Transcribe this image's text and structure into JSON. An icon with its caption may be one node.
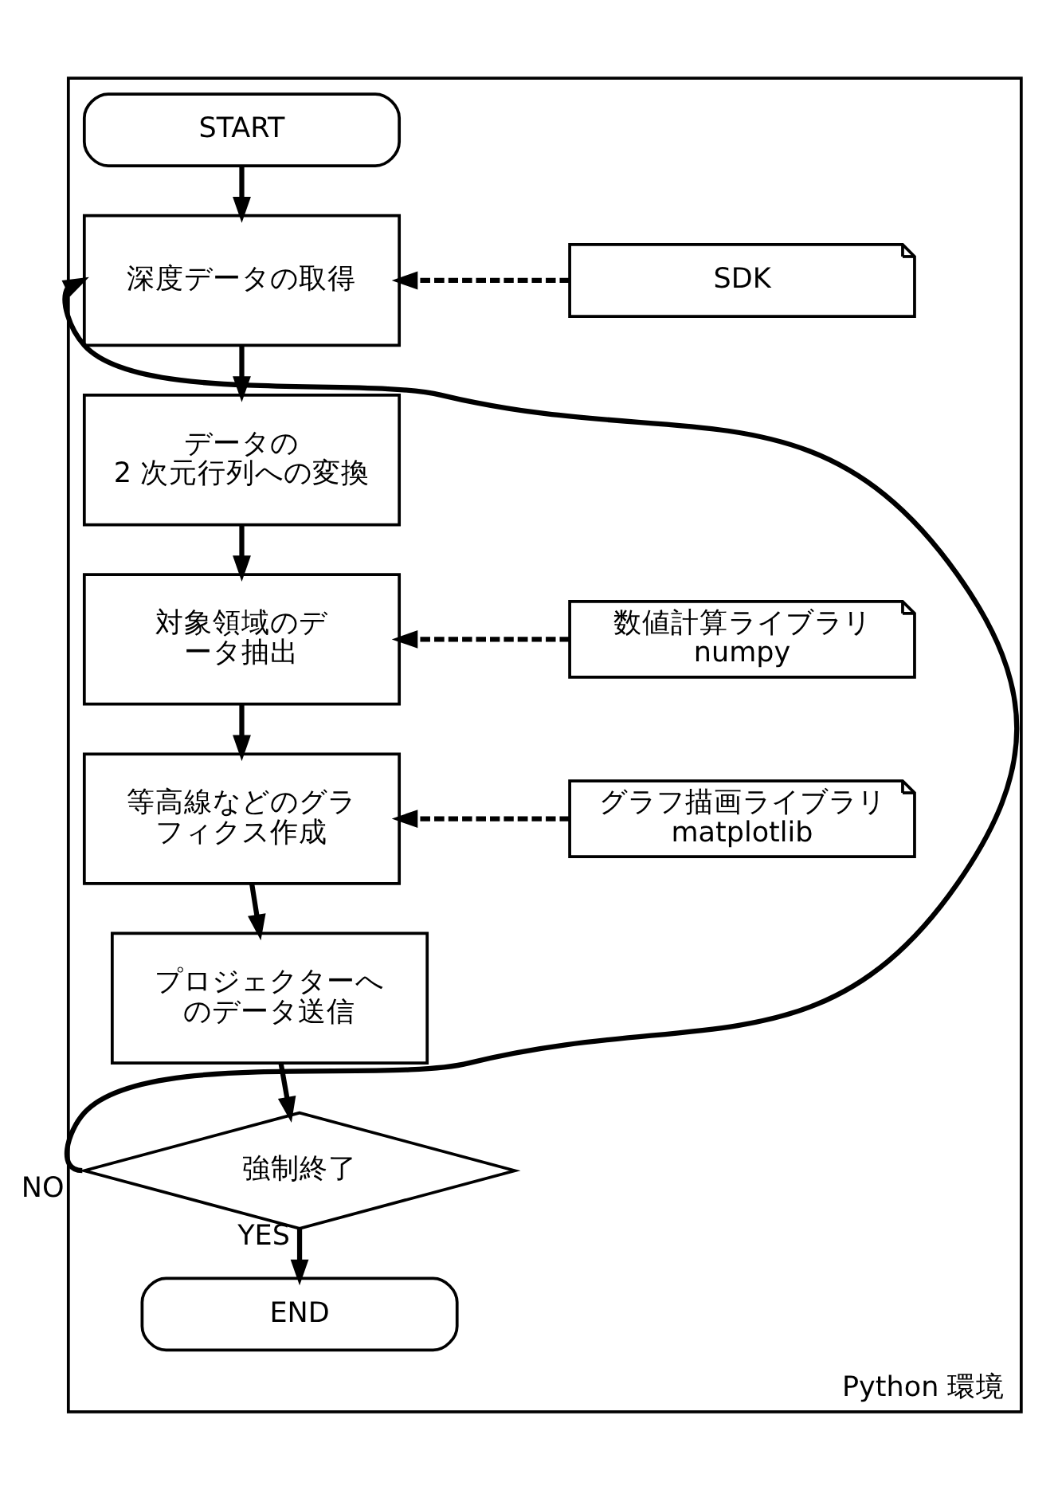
{
  "diagram": {
    "nodes": [
      {
        "text": [
          "Python 環境"
        ]
      },
      {
        "text": [
          "START"
        ],
        "in": 0
      },
      {
        "text": [
          "深度データの取得"
        ],
        "in": 0
      },
      {
        "text": [
          "SDK"
        ],
        "in": 0
      },
      {
        "text": [
          "データの 2 次元行列への変換"
        ],
        "in": 0
      },
      {
        "text": [
          "対象領域のデータ抽出"
        ],
        "in": 0
      },
      {
        "text": [
          "数値計算ライブラリ numpy"
        ],
        "in": 0
      },
      {
        "text": [
          "等高線などのグラフィクス作成"
        ],
        "in": 0
      },
      {
        "text": [
          "グラフ描画ライブラリ matplotlib"
        ],
        "in": 0
      },
      {
        "text": [
          "プロジェクターへのデータ送信"
        ],
        "in": 0
      },
      {
        "text": [
          "強制終了"
        ],
        "in": 0
      },
      {
        "text": [
          "END"
        ],
        "in": 0
      }
    ],
    "edges": [
      {
        "from": 1,
        "to": 2,
        "arrow": "to"
      },
      {
        "from": 3,
        "to": 2,
        "arrow": "to",
        "style": "dashed"
      },
      {
        "from": 2,
        "to": 4,
        "arrow": "to"
      },
      {
        "from": 4,
        "to": 5,
        "arrow": "to"
      },
      {
        "from": 6,
        "to": 5,
        "arrow": "to",
        "style": "dashed"
      },
      {
        "from": 5,
        "to": 7,
        "arrow": "to"
      },
      {
        "from": 8,
        "to": 7,
        "arrow": "to",
        "style": "dashed"
      },
      {
        "from": 7,
        "to": 9,
        "arrow": "to"
      },
      {
        "from": 9,
        "to": 10,
        "arrow": "to"
      },
      {
        "from": 10,
        "to": 2,
        "arrow": "to",
        "label": "NO"
      },
      {
        "from": 10,
        "to": 11,
        "arrow": "to",
        "label": "YES"
      }
    ]
  }
}
